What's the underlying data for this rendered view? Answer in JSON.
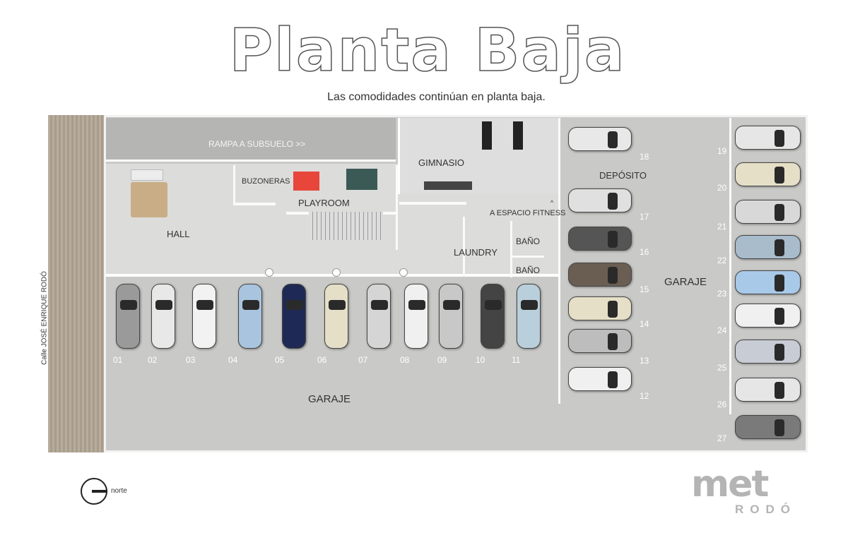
{
  "header": {
    "title": "Planta Baja",
    "subtitle": "Las comodidades continúan en planta baja."
  },
  "street": "Calle JOSÉ ENRIQUE RODÓ",
  "rooms": {
    "ramp": "RAMPA A SUBSUELO >>",
    "hall": "HALL",
    "buzoneras": "BUZONERAS",
    "playroom": "PLAYROOM",
    "gimnasio": "GIMNASIO",
    "fitness": "A ESPACIO FITNESS",
    "fitness_arrow": "^",
    "laundry": "LAUNDRY",
    "bano1": "BAÑO",
    "bano2": "BAÑO",
    "deposito": "DEPÓSITO",
    "garaje_main": "GARAJE",
    "garaje_right": "GARAJE"
  },
  "parking": {
    "bottom": [
      {
        "n": "01",
        "c": "#9a9a9a"
      },
      {
        "n": "02",
        "c": "#e8e8e8"
      },
      {
        "n": "03",
        "c": "#f2f2f2"
      },
      {
        "n": "04",
        "c": "#a9c4de"
      },
      {
        "n": "05",
        "c": "#1e2a55"
      },
      {
        "n": "06",
        "c": "#e6dfc8"
      },
      {
        "n": "07",
        "c": "#d5d5d5"
      },
      {
        "n": "08",
        "c": "#f0f0f0"
      },
      {
        "n": "09",
        "c": "#c8c8c8"
      },
      {
        "n": "10",
        "c": "#444444"
      },
      {
        "n": "11",
        "c": "#b9cfdb"
      }
    ],
    "middle": [
      {
        "n": "18",
        "c": "#e8e8e8"
      },
      {
        "n": "17",
        "c": "#e0e0e0"
      },
      {
        "n": "16",
        "c": "#555555"
      },
      {
        "n": "15",
        "c": "#6a5e52"
      },
      {
        "n": "14",
        "c": "#e6dfc8"
      },
      {
        "n": "13",
        "c": "#bdbdbd"
      },
      {
        "n": "12",
        "c": "#f0f0f0"
      }
    ],
    "right": [
      {
        "n": "19",
        "c": "#e6e6e6"
      },
      {
        "n": "20",
        "c": "#e6dfc8"
      },
      {
        "n": "21",
        "c": "#d8d8d8"
      },
      {
        "n": "22",
        "c": "#a8bccc"
      },
      {
        "n": "23",
        "c": "#a9c9e8"
      },
      {
        "n": "24",
        "c": "#f0f0f0"
      },
      {
        "n": "25",
        "c": "#c8ccd4"
      },
      {
        "n": "26",
        "c": "#e6e6e6"
      },
      {
        "n": "27",
        "c": "#7a7a7a"
      }
    ]
  },
  "compass": {
    "label": "norte"
  },
  "logo": {
    "main": "met",
    "sub": "RODÓ"
  }
}
